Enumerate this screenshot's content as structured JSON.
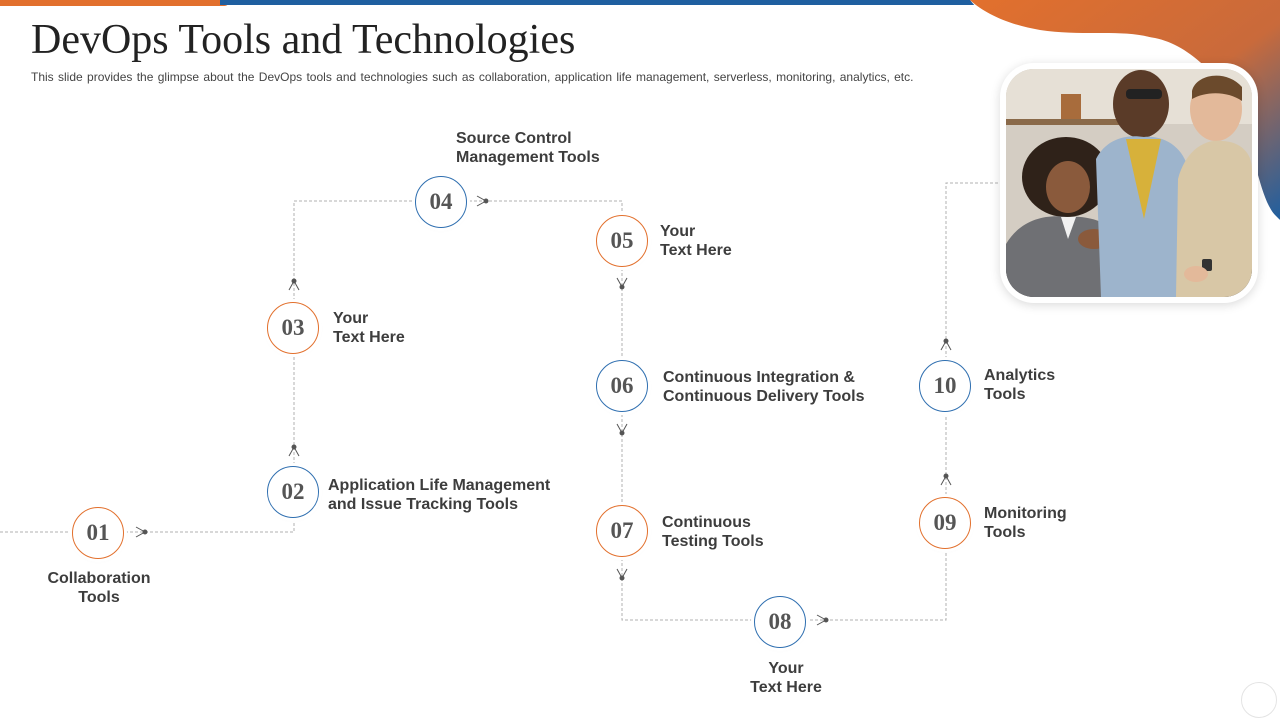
{
  "header": {
    "title": "DevOps Tools and Technologies",
    "subtitle": "This slide provides  the glimpse about the DevOps tools and technologies such as collaboration,  application life management,  serverless,  monitoring, analytics, etc."
  },
  "colors": {
    "blue": "#2f6fb0",
    "orange": "#e2702d",
    "connector": "#b0b0b0",
    "text": "#3d3d3d"
  },
  "steps": [
    {
      "number": "01",
      "label": "Collaboration\nTools",
      "ring": "orange"
    },
    {
      "number": "02",
      "label": "Application Life Management\nand Issue Tracking Tools",
      "ring": "blue"
    },
    {
      "number": "03",
      "label": "Your\n Text Here",
      "ring": "orange"
    },
    {
      "number": "04",
      "label": "Source Control\n Management Tools",
      "ring": "blue"
    },
    {
      "number": "05",
      "label": "Your\n Text Here",
      "ring": "orange"
    },
    {
      "number": "06",
      "label": "Continuous Integration &\nContinuous Delivery Tools",
      "ring": "blue"
    },
    {
      "number": "07",
      "label": "Continuous\nTesting Tools",
      "ring": "orange"
    },
    {
      "number": "08",
      "label": "Your\nText Here",
      "ring": "blue"
    },
    {
      "number": "09",
      "label": "Monitoring\nTools",
      "ring": "orange"
    },
    {
      "number": "10",
      "label": "Analytics\nTools",
      "ring": "blue"
    }
  ],
  "photo": {
    "icon": "team-meeting-photo"
  }
}
